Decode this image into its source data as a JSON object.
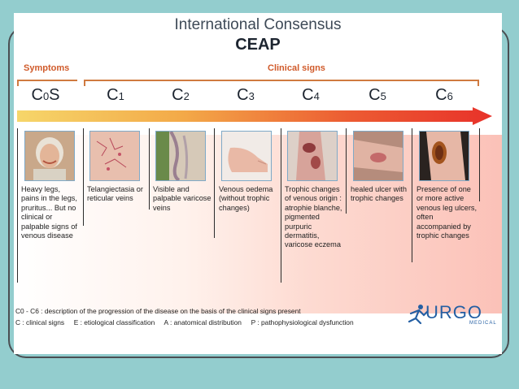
{
  "title_line1": "International Consensus",
  "title_line2": "CEAP",
  "symptoms_header": "Symptoms",
  "clinical_header": "Clinical signs",
  "stages": [
    {
      "label": "C",
      "sub": "0",
      "suffix": "S",
      "desc": "Heavy legs, pains in the legs, pruritus... But no clinical or palpable signs of venous disease"
    },
    {
      "label": "C",
      "sub": "1",
      "suffix": "",
      "desc": "Telangiectasia or reticular veins"
    },
    {
      "label": "C",
      "sub": "2",
      "suffix": "",
      "desc": "Visible and palpable varicose veins"
    },
    {
      "label": "C",
      "sub": "3",
      "suffix": "",
      "desc": "Venous oedema (without trophic changes)"
    },
    {
      "label": "C",
      "sub": "4",
      "suffix": "",
      "desc": "Trophic changes of venous origin : atrophie blanche, pigmented purpuric dermatitis, varicose eczema"
    },
    {
      "label": "C",
      "sub": "5",
      "suffix": "",
      "desc": "healed ulcer with trophic changes"
    },
    {
      "label": "C",
      "sub": "6",
      "suffix": "",
      "desc": "Presence of one or more active venous leg ulcers, often accompanied by trophic changes"
    }
  ],
  "footer": {
    "line1": "C0 -  C6 : description of the progression of the disease on the basis of the clinical signs present",
    "legend": [
      {
        "key": "C",
        "text": ": clinical signs"
      },
      {
        "key": "E",
        "text": ": etiological classification"
      },
      {
        "key": "A",
        "text": ": anatomical distribution"
      },
      {
        "key": "P",
        "text": ": pathophysiological dysfunction"
      }
    ]
  },
  "logo": {
    "word": "URGO",
    "sub": "MEDICAL"
  },
  "colors": {
    "arrow_start": "#f6d66a",
    "arrow_end": "#e8322a",
    "accent": "#d05a2a",
    "logo": "#245fa3"
  }
}
